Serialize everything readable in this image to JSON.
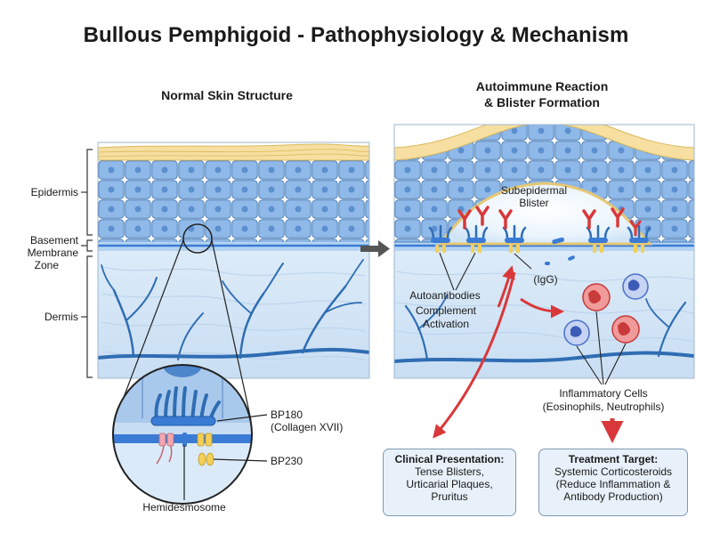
{
  "title": "Bullous Pemphigoid - Pathophysiology & Mechanism",
  "left_panel": {
    "heading": "Normal Skin Structure",
    "labels": {
      "epidermis": "Epidermis",
      "basement_1": "Basement",
      "basement_2": "Membrane",
      "basement_3": "Zone",
      "dermis": "Dermis"
    },
    "zoom": {
      "bp180_1": "BP180",
      "bp180_2": "(Collagen XVII)",
      "bp230": "BP230",
      "hemidesmosome": "Hemidesmosome"
    }
  },
  "right_panel": {
    "heading_1": "Autoimmune Reaction",
    "heading_2": "& Blister Formation",
    "blister_1": "Subepidermal",
    "blister_2": "Blister",
    "autoantibodies": "Autoantibodies",
    "igg": "(IgG)",
    "complement_1": "Complement",
    "complement_2": "Activation",
    "inflammatory_1": "Inflammatory Cells",
    "inflammatory_2": "(Eosinophils, Neutrophils)"
  },
  "boxes": {
    "clinical": {
      "title": "Clinical Presentation:",
      "body": "Tense Blisters,\nUrticarial Plaques,\nPruritus"
    },
    "treatment": {
      "title": "Treatment Target:",
      "body": "Systemic Corticosteroids\n(Reduce Inflammation &\nAntibody Production)"
    }
  },
  "colors": {
    "epidermis_cell": "#8fb9e8",
    "cell_border": "#4f7fb8",
    "stratum_corneum": "#f6dfa0",
    "dermis": "#d5e6f6",
    "vessel": "#2f6db3",
    "bp180": "#3a7bd5",
    "bp230": "#f0c850",
    "antibody": "#d9383a",
    "arrow_red": "#d9383a",
    "neutrophil": "#e35a5a",
    "eosinophil": "#4b6fc9"
  }
}
